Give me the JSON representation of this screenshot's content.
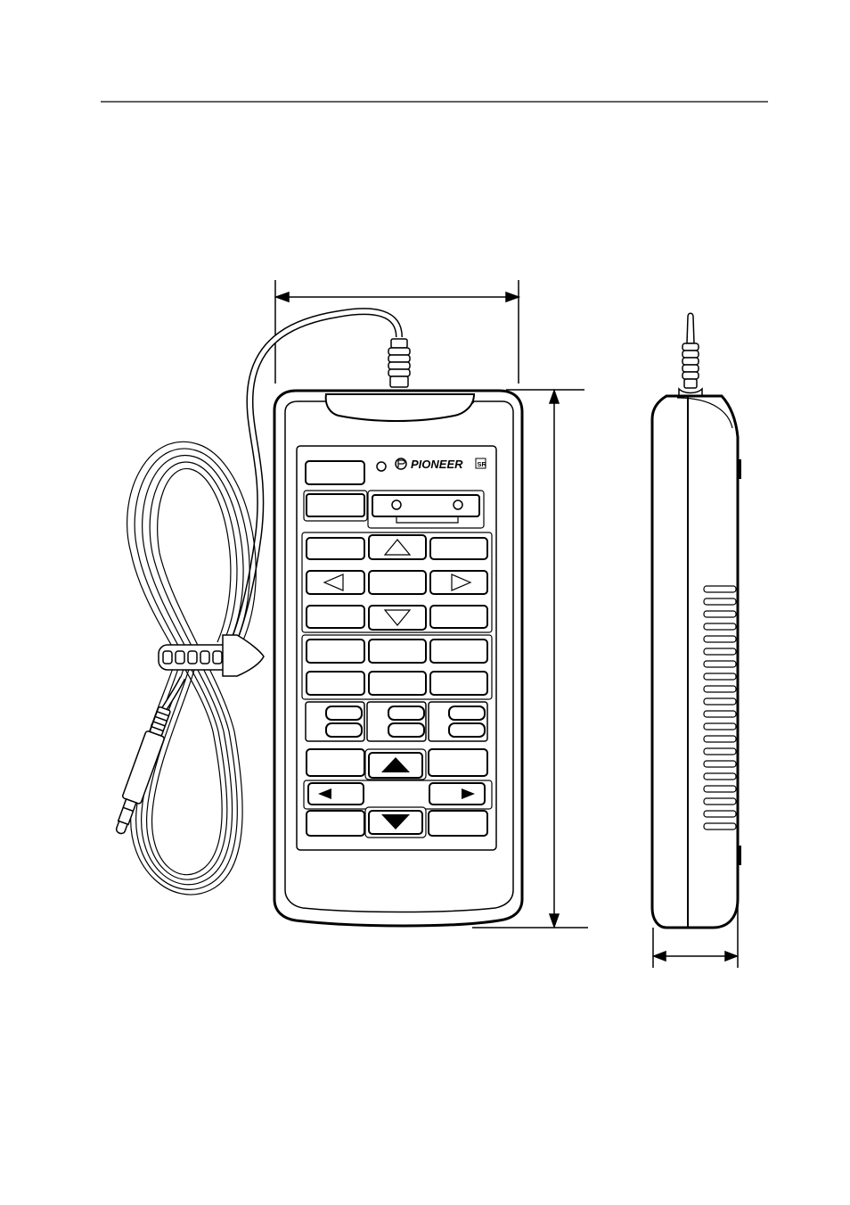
{
  "brand": {
    "name": "PIONEER",
    "badge": "SR"
  },
  "colors": {
    "ink": "#000000",
    "paper": "#ffffff"
  },
  "figure": {
    "views": [
      "front-view",
      "side-view"
    ],
    "dimension_lines": [
      "width",
      "height",
      "depth"
    ]
  },
  "remote": {
    "button_rows": [
      {
        "row": "nav-top",
        "center": "triangle-up-outline-icon"
      },
      {
        "row": "nav-middle",
        "left": "triangle-left-outline-icon",
        "right": "triangle-right-outline-icon"
      },
      {
        "row": "nav-bottom",
        "center": "triangle-down-outline-icon"
      },
      {
        "row": "volume-top",
        "center": "triangle-up-filled-icon"
      },
      {
        "row": "volume-middle",
        "left": "triangle-left-filled-icon",
        "right": "triangle-right-filled-icon"
      },
      {
        "row": "volume-bottom",
        "center": "triangle-down-filled-icon"
      }
    ]
  }
}
